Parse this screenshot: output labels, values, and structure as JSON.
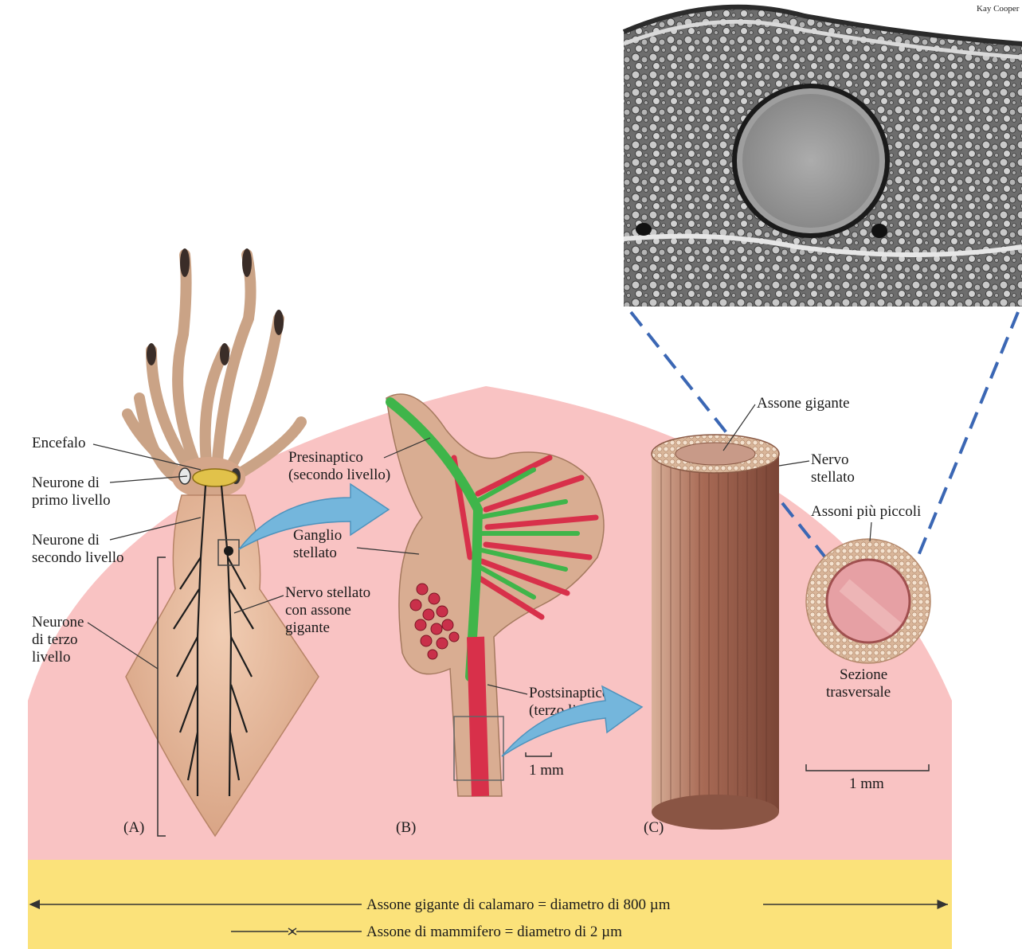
{
  "photo": {
    "credit": "Kay Cooper"
  },
  "panels": {
    "a": "(A)",
    "b": "(B)",
    "c": "(C)"
  },
  "labels_a": {
    "encefalo": "Encefalo",
    "first_level_l1": "Neurone di",
    "first_level_l2": "primo livello",
    "second_level_l1": "Neurone di",
    "second_level_l2": "secondo livello",
    "third_level_l1": "Neurone",
    "third_level_l2": "di terzo",
    "third_level_l3": "livello",
    "stellate_nerve_l1": "Nervo stellato",
    "stellate_nerve_l2": "con assone",
    "stellate_nerve_l3": "gigante"
  },
  "labels_b": {
    "presynaptic_l1": "Presinaptico",
    "presynaptic_l2": "(secondo livello)",
    "ganglion_l1": "Ganglio",
    "ganglion_l2": "stellato",
    "postsynaptic_l1": "Postsinaptico",
    "postsynaptic_l2": "(terzo livello)",
    "scale": "1 mm"
  },
  "labels_c": {
    "giant_axon": "Assone gigante",
    "nerve_l1": "Nervo",
    "nerve_l2": "stellato",
    "smaller_axons": "Assoni più piccoli",
    "section_l1": "Sezione",
    "section_l2": "trasversale",
    "scale": "1 mm"
  },
  "comparison": {
    "squid": "Assone gigante di calamaro = diametro di 800 µm",
    "mammal": "Assone di mammifero = diametro di 2 µm"
  },
  "colors": {
    "background_dome": "#f9c3c3",
    "comparison_band": "#fbe27a",
    "presynaptic": "#3fb54a",
    "postsynaptic": "#d8304a",
    "arrow": "#74b6dc",
    "dashed_link": "#3b67b4"
  }
}
